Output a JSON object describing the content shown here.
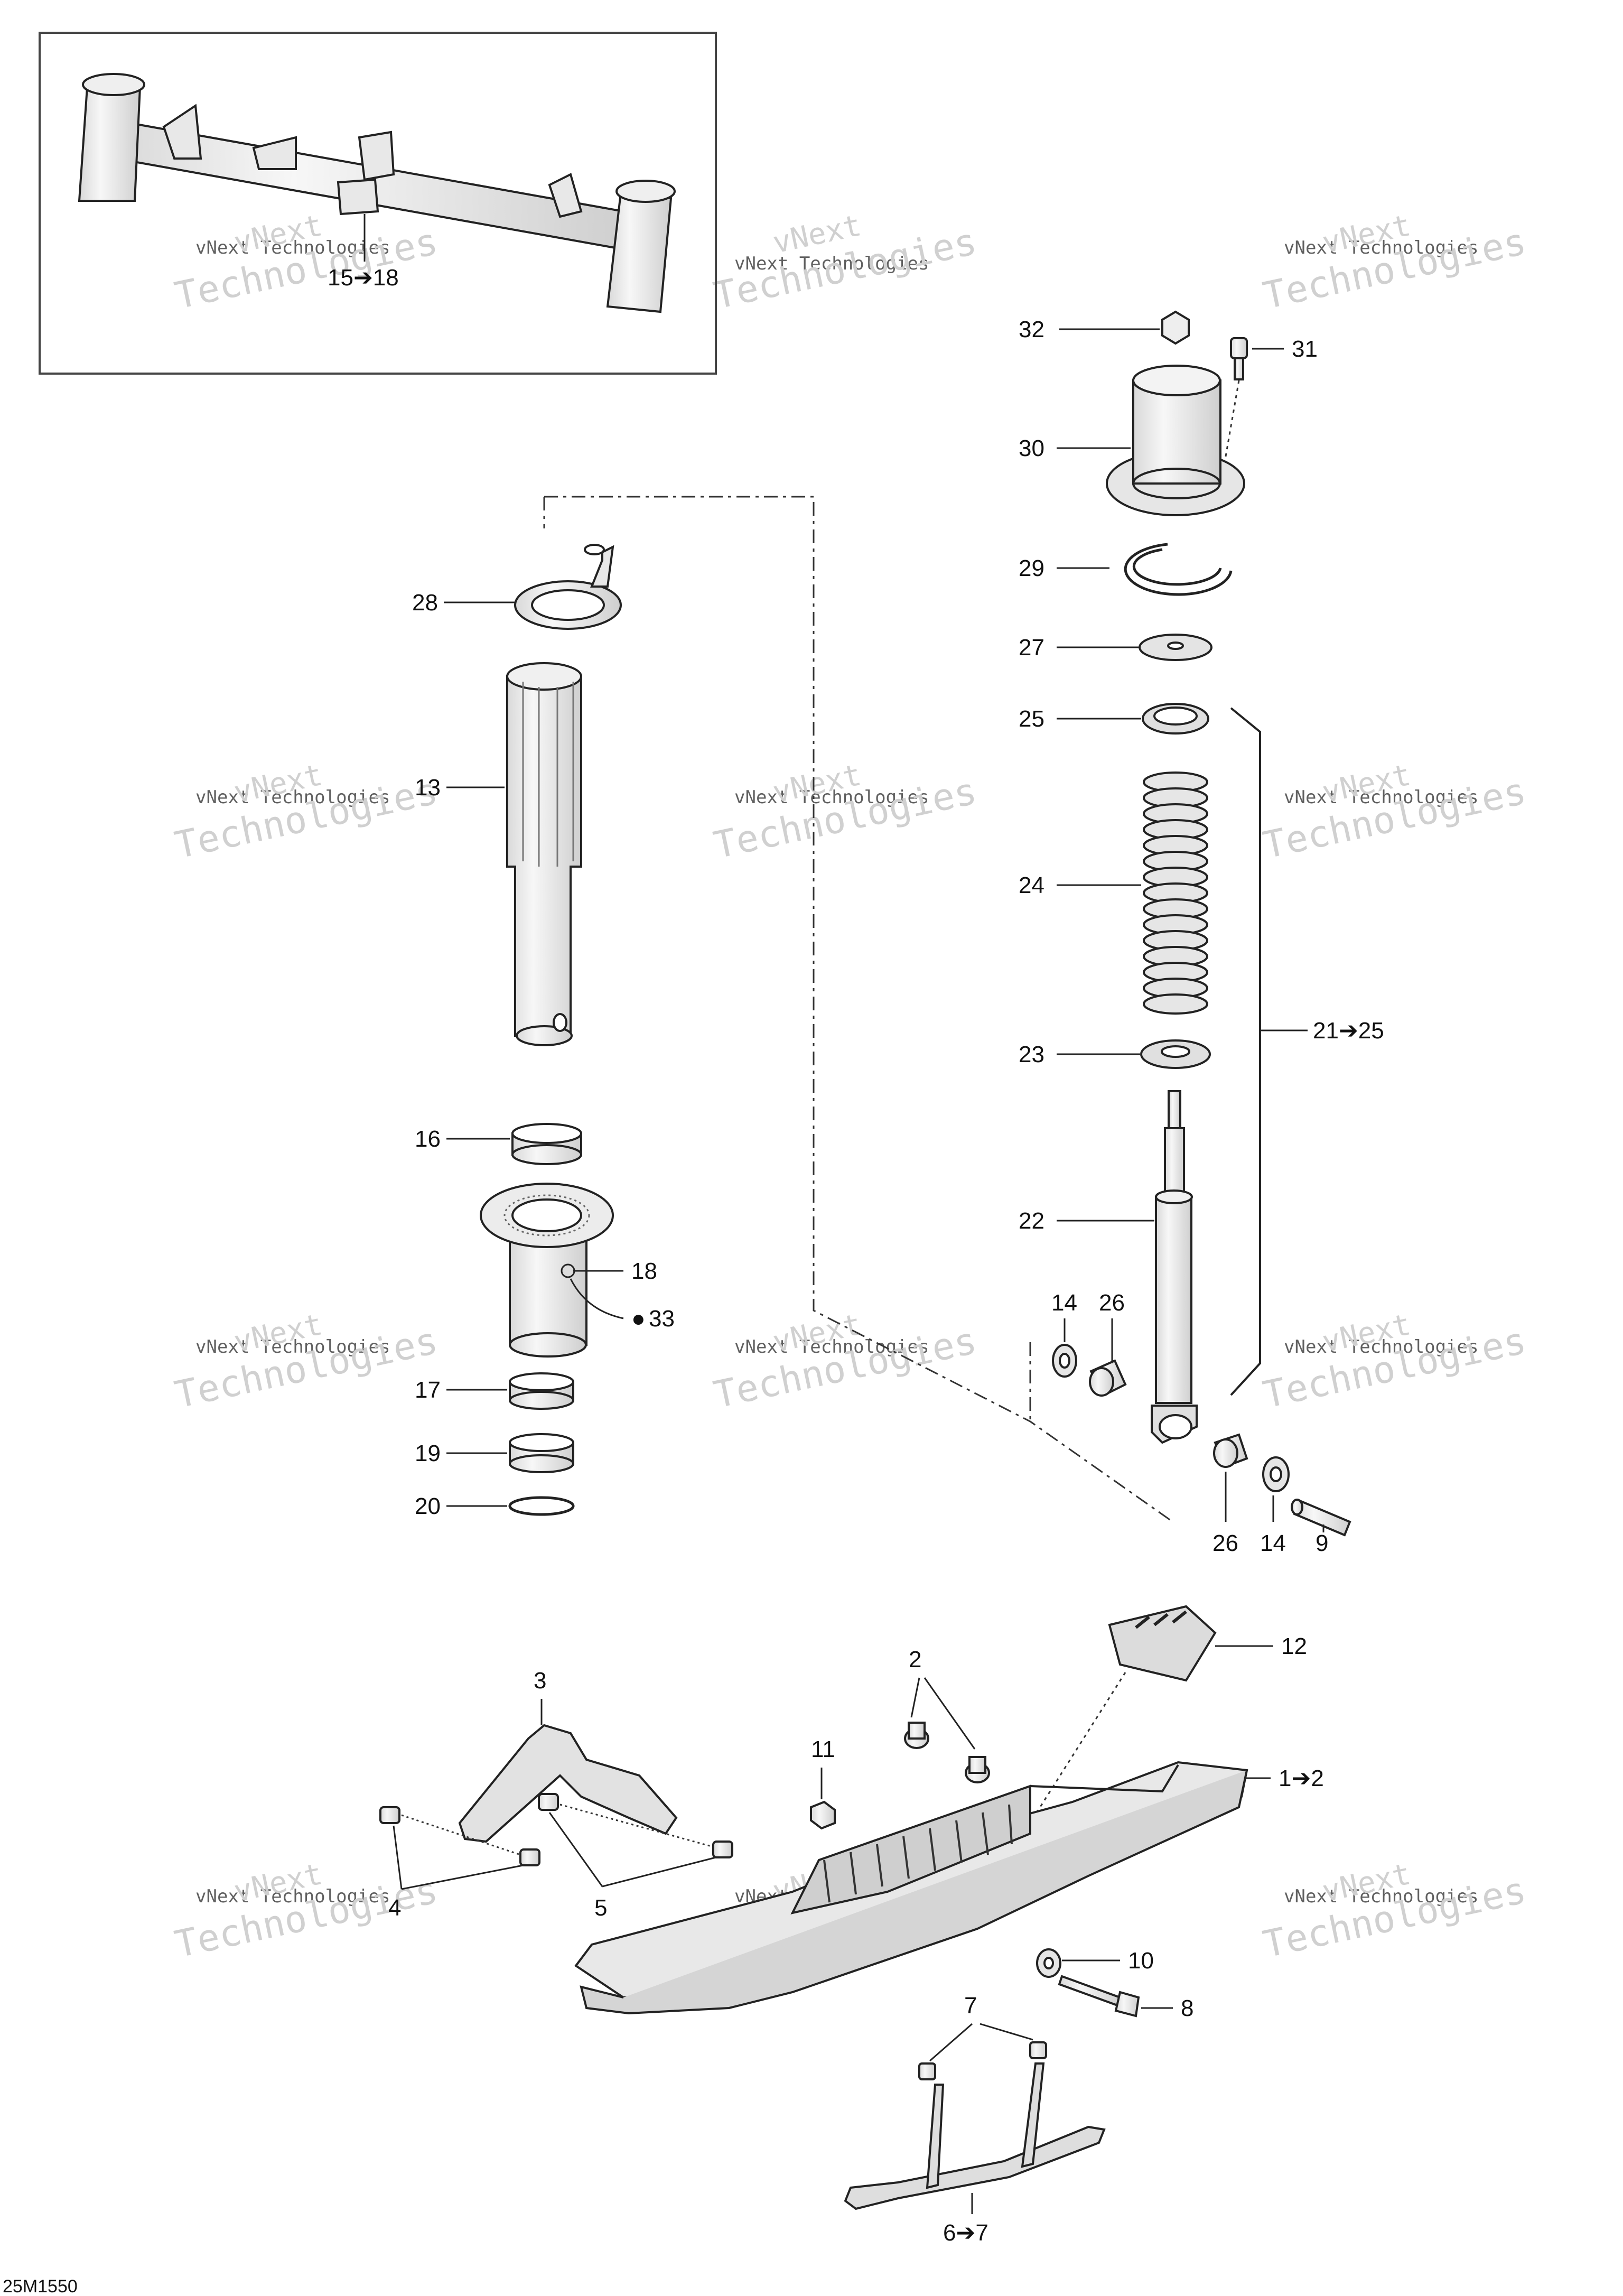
{
  "drawing": {
    "id": "25M1550",
    "watermark": {
      "line1": "vNext Technologies",
      "line2": "vNext",
      "line3": "Technologies"
    }
  },
  "callouts": {
    "c1_2": "1➔2",
    "c2": "2",
    "c3": "3",
    "c4": "4",
    "c5": "5",
    "c6_7": "6➔7",
    "c7": "7",
    "c8": "8",
    "c9": "9",
    "c10": "10",
    "c11": "11",
    "c12": "12",
    "c13": "13",
    "c14a": "14",
    "c14b": "14",
    "c15_18": "15➔18",
    "c16": "16",
    "c17": "17",
    "c18": "18",
    "c19": "19",
    "c20": "20",
    "c21_25": "21➔25",
    "c22": "22",
    "c23": "23",
    "c24": "24",
    "c25": "25",
    "c26a": "26",
    "c26b": "26",
    "c27": "27",
    "c28": "28",
    "c29": "29",
    "c30": "30",
    "c31": "31",
    "c32": "32",
    "c33": "33"
  }
}
